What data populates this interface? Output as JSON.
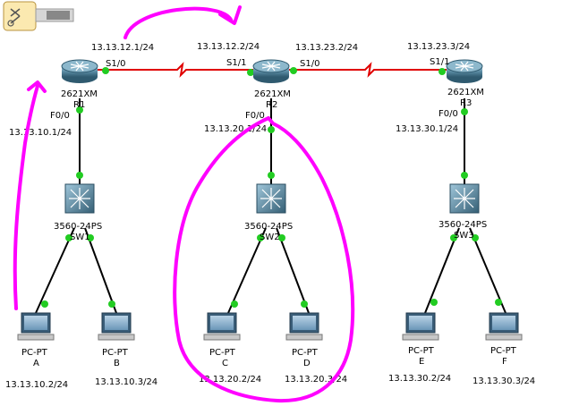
{
  "routers": [
    {
      "id": "R1",
      "model": "2621XM",
      "name": "R1"
    },
    {
      "id": "R2",
      "model": "2621XM",
      "name": "R2"
    },
    {
      "id": "R3",
      "model": "2621XM",
      "name": "R3"
    }
  ],
  "switches": [
    {
      "id": "SW1",
      "model": "3560-24PS",
      "name": "SW1"
    },
    {
      "id": "SW2",
      "model": "3560-24PS",
      "name": "SW2"
    },
    {
      "id": "SW3",
      "model": "3560-24PS",
      "name": "SW3"
    }
  ],
  "pcs": [
    {
      "id": "A",
      "model": "PC-PT",
      "name": "A",
      "ip": "13.13.10.2/24"
    },
    {
      "id": "B",
      "model": "PC-PT",
      "name": "B",
      "ip": "13.13.10.3/24"
    },
    {
      "id": "C",
      "model": "PC-PT",
      "name": "C",
      "ip": "13.13.20.2/24"
    },
    {
      "id": "D",
      "model": "PC-PT",
      "name": "D",
      "ip": "13.13.20.3/24"
    },
    {
      "id": "E",
      "model": "PC-PT",
      "name": "E",
      "ip": "13.13.30.2/24"
    },
    {
      "id": "F",
      "model": "PC-PT",
      "name": "F",
      "ip": "13.13.30.3/24"
    }
  ],
  "links": [
    {
      "from": "R1",
      "to": "R2",
      "type": "serial",
      "color": "#e00000"
    },
    {
      "from": "R2",
      "to": "R3",
      "type": "serial",
      "color": "#e00000"
    },
    {
      "from": "R1",
      "to": "SW1",
      "type": "ethernet",
      "color": "#000000"
    },
    {
      "from": "R2",
      "to": "SW2",
      "type": "ethernet",
      "color": "#000000"
    },
    {
      "from": "R3",
      "to": "SW3",
      "type": "ethernet",
      "color": "#000000"
    },
    {
      "from": "SW1",
      "to": "A",
      "type": "ethernet",
      "color": "#000000"
    },
    {
      "from": "SW1",
      "to": "B",
      "type": "ethernet",
      "color": "#000000"
    },
    {
      "from": "SW2",
      "to": "C",
      "type": "ethernet",
      "color": "#000000"
    },
    {
      "from": "SW2",
      "to": "D",
      "type": "ethernet",
      "color": "#000000"
    },
    {
      "from": "SW3",
      "to": "E",
      "type": "ethernet",
      "color": "#000000"
    },
    {
      "from": "SW3",
      "to": "F",
      "type": "ethernet",
      "color": "#000000"
    }
  ],
  "labels": {
    "r1_s10_ip": "13.13.12.1/24",
    "r1_s10": "S1/0",
    "r1_f00": "F0/0",
    "r1_f00_ip": "13.13.10.1/24",
    "r2_s11_ip": "13.13.12.2/24",
    "r2_s11": "S1/1",
    "r2_s10": "S1/0",
    "r2_s10_ip": "13.13.23.2/24",
    "r2_f00": "F0/0",
    "r2_f00_ip": "13.13.20.1/24",
    "r3_s11_ip": "13.13.23.3/24",
    "r3_s11": "S1/1",
    "r3_f00": "F0/0",
    "r3_f00_ip": "13.13.30.1/24"
  },
  "colors": {
    "serial_link": "#e00000",
    "link_up": "#22cc22",
    "annotation": "#ff00ff",
    "router_body": "#4f7f95",
    "switch_body": "#3f6f88"
  }
}
